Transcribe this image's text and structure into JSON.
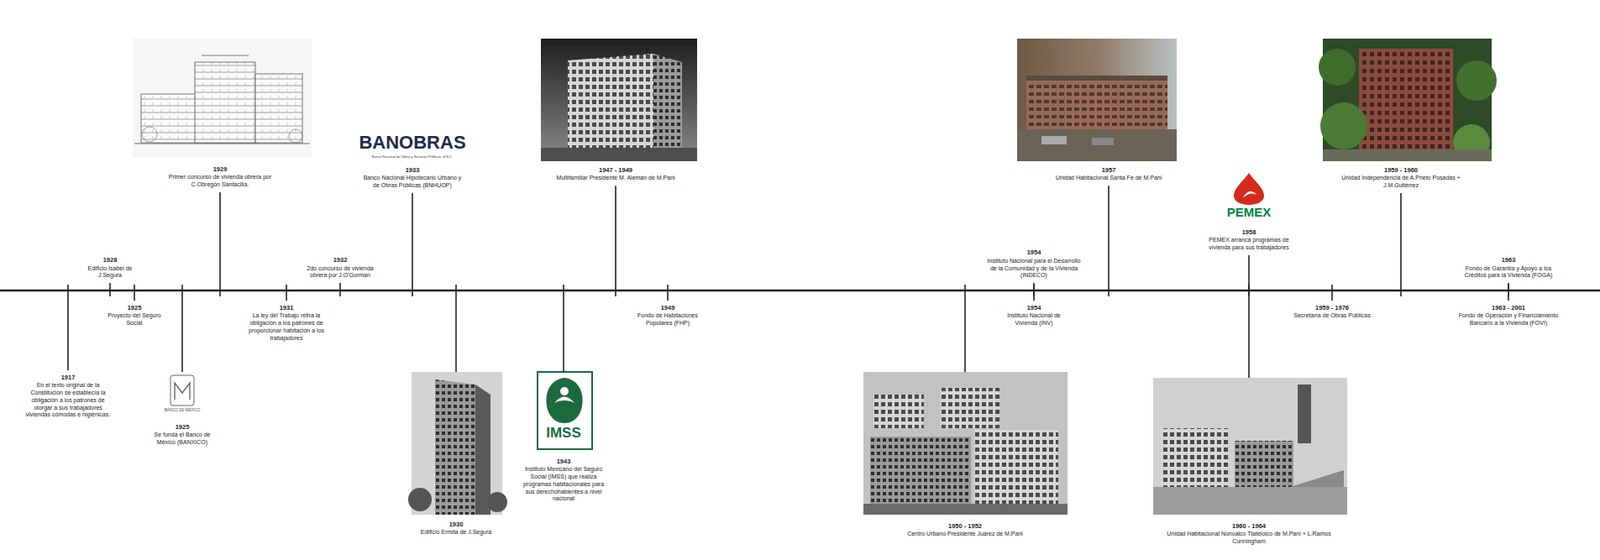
{
  "diagram": {
    "labels": [
      "1917",
      "En el texto original de la Constitución se establecía la obligación a los patrones de otorgar a sus trabajadores viviendas cómodas e higiénicas.",
      "1928",
      "Edificio Isabel de J.Segura",
      "1925",
      "Proyecto del Seguro Social",
      "BANCO DE MÉXICO",
      "1925",
      "Se funda el Banco de México (BANXICO)",
      "1929",
      "Primer concurso de vivienda obrera por C.Obregón Santacilia.",
      "1931",
      "La ley del Trabajo retira la obligación a los patrones de proporcionar habitación a los trabajadores",
      "1932",
      "2do concurso de vivienda obrera por J.O'Gorman",
      "BANOBRAS",
      "Banco Nacional de Obras y Servicios Públicos, S.N.C.",
      "1933",
      "Banco Nacional Hipotecario Urbano y de Obras Públicas (BNHUOP)",
      "1930",
      "Edificio Ermita de J.Segura",
      "IMSS",
      "1943",
      "Instituto Mexicano del Seguro Social (IMSS) que realiza programas habitacionales para sus derechohabientes a nivel nacional",
      "1947 - 1949",
      "Multifamiliar Presidente M. Alemán de M.Pani",
      "1949",
      "Fondo de Habitaciones Populares (FHP)",
      "1950 - 1952",
      "Centro Urbano Presidente Juárez de M.Pani",
      "1954",
      "Instituto Nacional para el Desarrollo de la Comunidad y de la Vivienda (INDECO)",
      "1954",
      "Instituto Nacional de Vivienda (INV)",
      "1957",
      "Unidad Habitacional Santa Fe de M.Pani",
      "PEMEX",
      "1958",
      "PEMEX arranca programas de vivienda para sus trabajadores",
      "1959 - 1976",
      "Secretaría de Obras Públicas",
      "1960 - 1964",
      "Unidad Habitacional Nonoalco Tlatelolco de M.Pani + L.Ramos Cunningham",
      "1959 - 1960",
      "Unidad Independencia de A.Prieto Posadas + J.M.Gutiérrez",
      "1963",
      "Fondo de Garantía y Apoyo a los Créditos para la Vivienda (FOGA)",
      "1963 - 2001",
      "Fondo de Operación y Financiamiento Bancario a la Vivienda (FOVI)"
    ]
  }
}
